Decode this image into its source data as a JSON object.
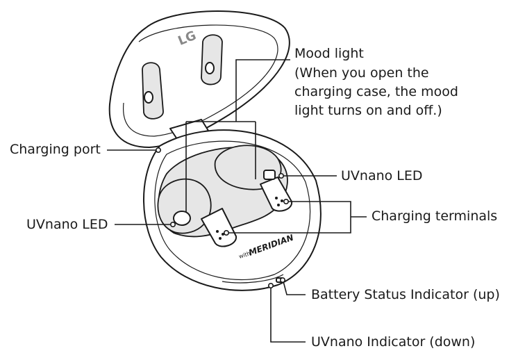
{
  "labels": {
    "mood_light": "Mood light",
    "mood_light_note_line1": "(When you open the",
    "mood_light_note_line2": "charging case, the mood",
    "mood_light_note_line3": "light turns on and off.)",
    "charging_port": "Charging port",
    "uvnano_led_right": "UVnano LED",
    "uvnano_led_left": "UVnano LED",
    "charging_terminals": "Charging terminals",
    "battery_status_indicator": "Battery Status Indicator (up)",
    "uvnano_indicator": "UVnano Indicator (down)"
  },
  "case_markings": {
    "brand": "LG",
    "meridian_prefix": "with",
    "meridian": "MERIDIAN"
  }
}
